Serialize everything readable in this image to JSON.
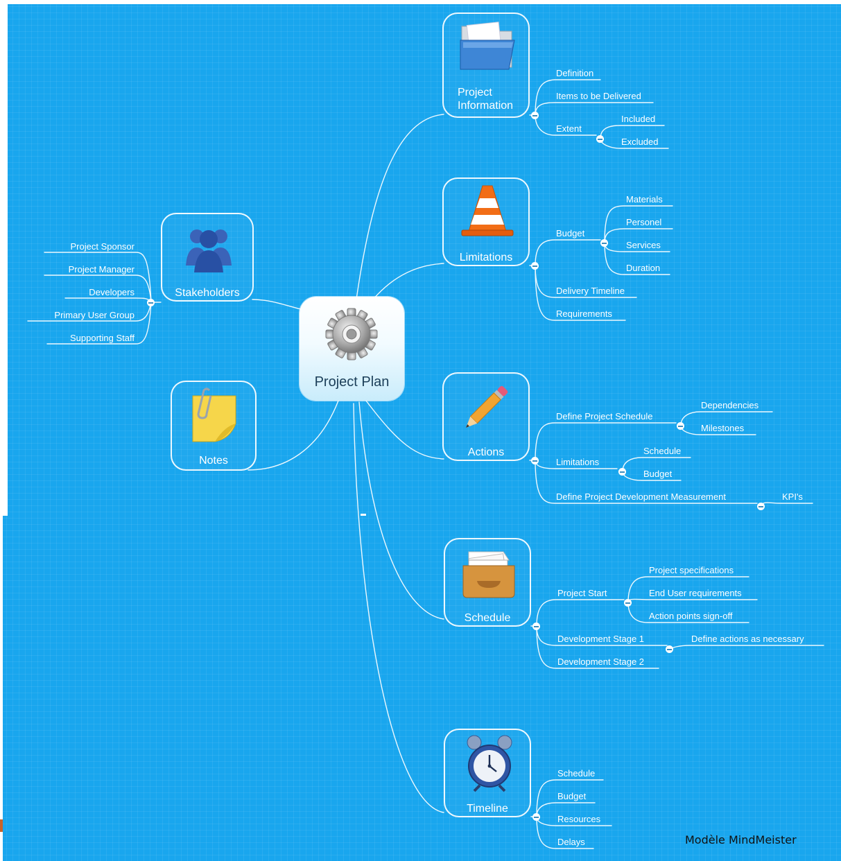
{
  "diagram": {
    "central_topic": {
      "label": "Project Plan",
      "icon": "gear-icon"
    },
    "branches": {
      "project_information": {
        "label": "Project\nInformation",
        "icon": "folder-icon",
        "children": [
          "Definition",
          "Items to be Delivered",
          "Extent"
        ],
        "extent_children": [
          "Included",
          "Excluded"
        ]
      },
      "limitations": {
        "label": "Limitations",
        "icon": "traffic-cone-icon",
        "children": [
          "Budget",
          "Delivery Timeline",
          "Requirements"
        ],
        "budget_children": [
          "Materials",
          "Personel",
          "Services",
          "Duration"
        ]
      },
      "actions": {
        "label": "Actions",
        "icon": "pencil-icon",
        "children": [
          "Define Project Schedule",
          "Limitations",
          "Define Project Development Measurement"
        ],
        "schedule_children": [
          "Dependencies",
          "Milestones"
        ],
        "limitations_children": [
          "Schedule",
          "Budget"
        ],
        "measurement_children": [
          "KPI's"
        ]
      },
      "schedule": {
        "label": "Schedule",
        "icon": "inbox-tray-icon",
        "children": [
          "Project Start",
          "Development Stage 1",
          "Development Stage 2"
        ],
        "start_children": [
          "Project specifications",
          "End User requirements",
          "Action points sign-off"
        ],
        "stage1_children": [
          "Define actions as necessary"
        ]
      },
      "timeline": {
        "label": "Timeline",
        "icon": "alarm-clock-icon",
        "children": [
          "Schedule",
          "Budget",
          "Resources",
          "Delays"
        ]
      },
      "stakeholders": {
        "label": "Stakeholders",
        "icon": "people-icon",
        "children": [
          "Project Sponsor",
          "Project Manager",
          "Developers",
          "Primary User Group",
          "Supporting Staff"
        ]
      },
      "notes": {
        "label": "Notes",
        "icon": "sticky-note-icon"
      }
    }
  },
  "footer": {
    "credit": "Modèle MindMeister"
  },
  "colors": {
    "background": "#19a6ee",
    "lines": "#ffffff"
  }
}
